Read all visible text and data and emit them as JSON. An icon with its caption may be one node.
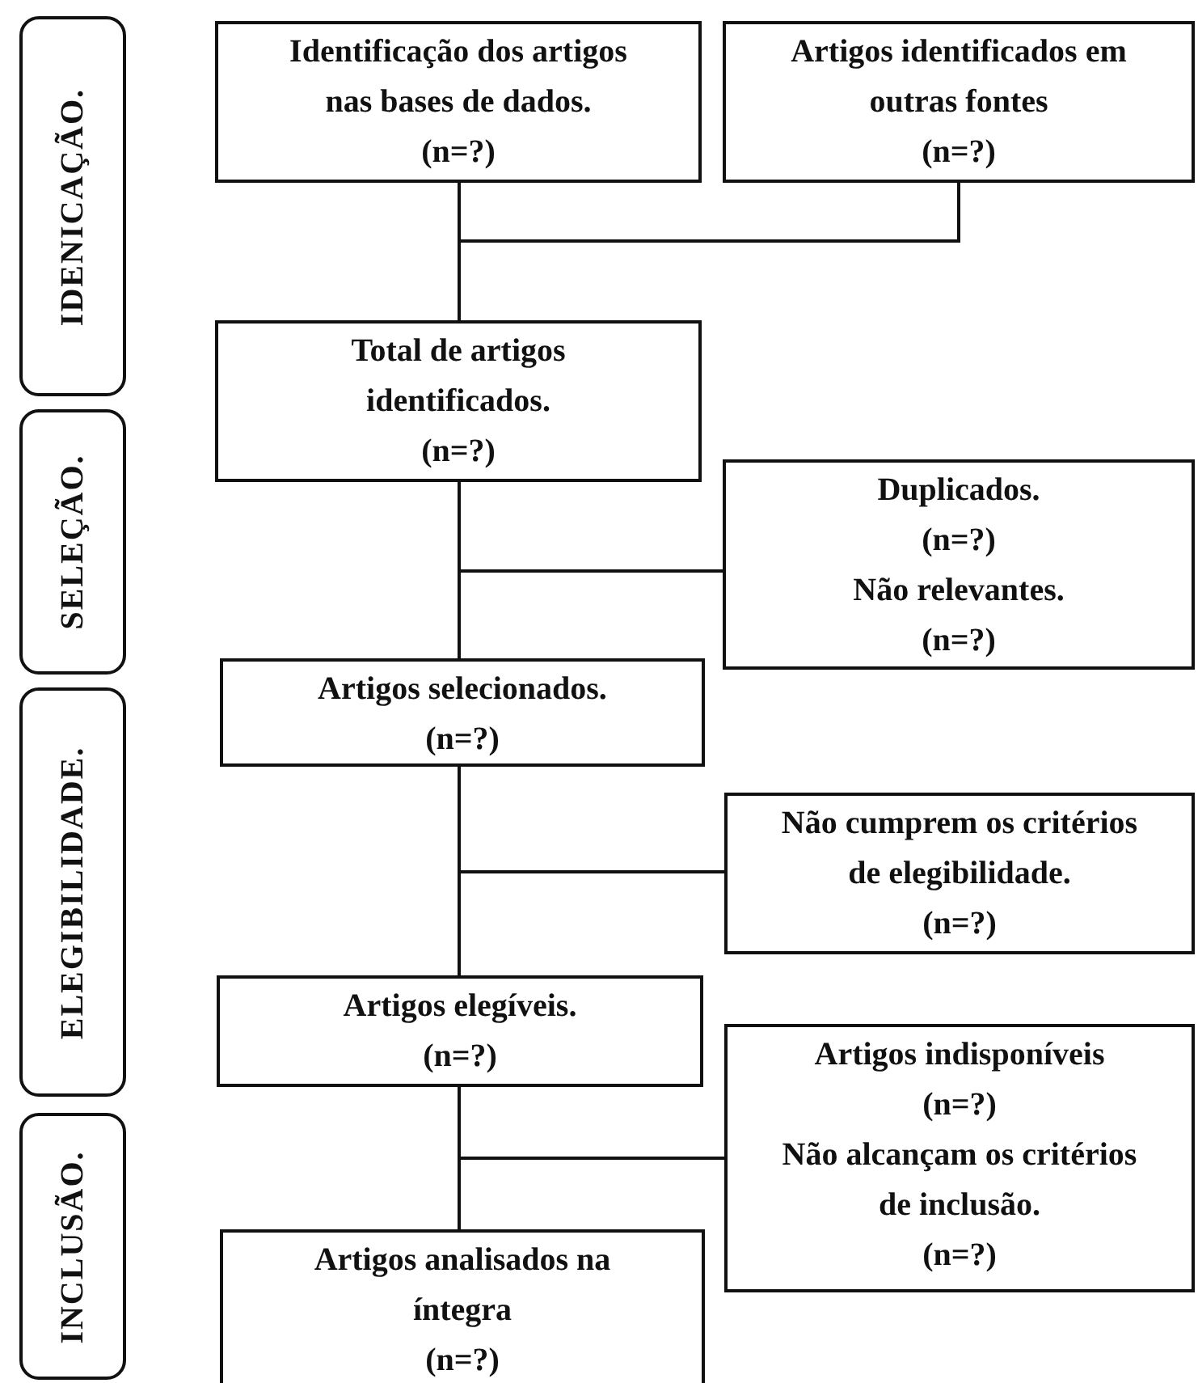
{
  "diagram": {
    "nodes": [
      {
        "text": [
          "IDENICAÇÃO."
        ]
      },
      {
        "text": [
          "SELEÇÃO."
        ]
      },
      {
        "text": [
          "ELEGIBILIDADE."
        ]
      },
      {
        "text": [
          "INCLUSÃO."
        ]
      },
      {
        "text": [
          "Identificação dos artigos nas bases de dados.",
          "(n=?)"
        ]
      },
      {
        "text": [
          "Artigos identificados em outras fontes",
          "(n=?)"
        ]
      },
      {
        "text": [
          "Total de artigos identificados.",
          "(n=?)"
        ]
      },
      {
        "text": [
          "Duplicados.",
          "(n=?)",
          "Não relevantes.",
          "(n=?)"
        ]
      },
      {
        "text": [
          "Artigos selecionados.",
          "(n=?)"
        ]
      },
      {
        "text": [
          "Não cumprem os critérios de elegibilidade.",
          "(n=?)"
        ]
      },
      {
        "text": [
          "Artigos elegíveis.",
          "(n=?)"
        ]
      },
      {
        "text": [
          "Artigos indisponíveis",
          "(n=?)",
          "Não alcançam os critérios de inclusão.",
          "(n=?)"
        ]
      },
      {
        "text": [
          "Artigos analisados na íntegra",
          "(n=?)"
        ]
      }
    ],
    "edges": [
      {
        "from": 4,
        "to": 6,
        "arrow": "none"
      },
      {
        "from": 5,
        "to": 6,
        "arrow": "none"
      },
      {
        "from": 6,
        "to": 8,
        "arrow": "none"
      },
      {
        "from": 6,
        "to": 7,
        "arrow": "none"
      },
      {
        "from": 8,
        "to": 10,
        "arrow": "none"
      },
      {
        "from": 8,
        "to": 9,
        "arrow": "none"
      },
      {
        "from": 10,
        "to": 12,
        "arrow": "none"
      },
      {
        "from": 10,
        "to": 11,
        "arrow": "none"
      }
    ]
  }
}
